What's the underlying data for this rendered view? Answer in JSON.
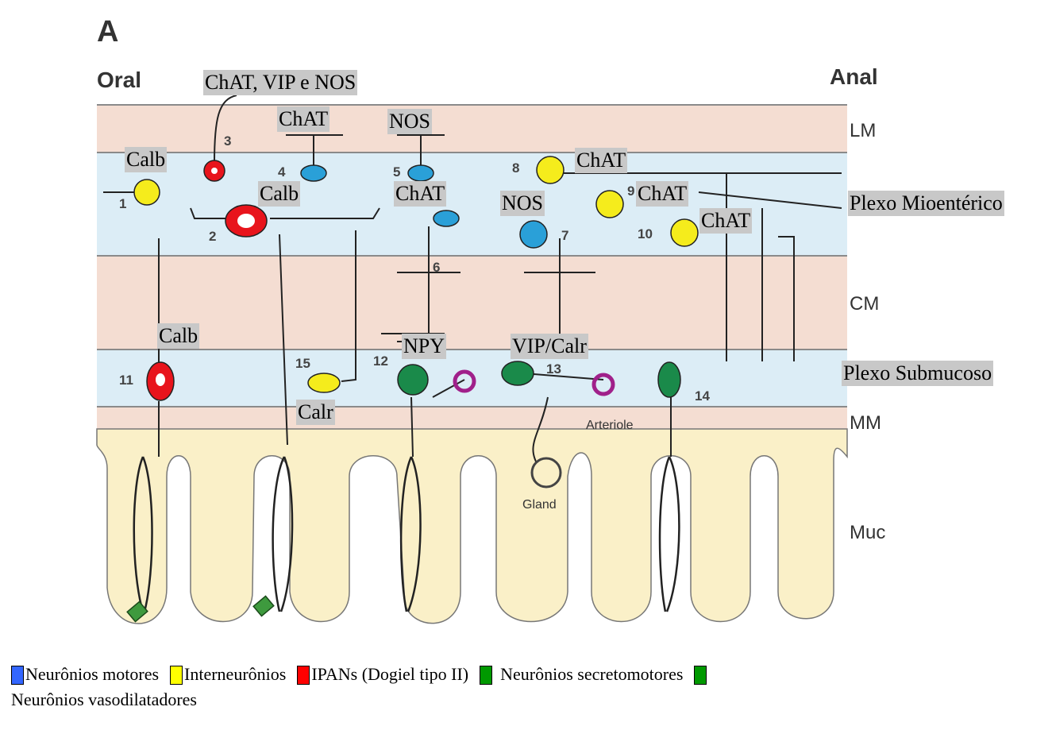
{
  "panel_letter": "A",
  "orientation": {
    "left": "Oral",
    "right": "Anal"
  },
  "layers": [
    "LM",
    "CM",
    "MM",
    "Muc"
  ],
  "numbers": [
    "1",
    "2",
    "3",
    "4",
    "5",
    "6",
    "7",
    "8",
    "9",
    "10",
    "11",
    "12",
    "13",
    "14",
    "15"
  ],
  "structures": {
    "arteriole": "Arteriole",
    "gland": "Gland"
  },
  "labels": {
    "chat_vip_nos": "ChAT, VIP e  NOS",
    "chat_4": "ChAT",
    "nos_5": "NOS",
    "calb_1": "Calb",
    "calb_2": "Calb",
    "chat_6": "ChAT",
    "nos_7": "NOS",
    "chat_8": "ChAT",
    "chat_9": "ChAT",
    "chat_10": "ChAT",
    "plexo_mio": "Plexo Mioentérico",
    "calb_11": "Calb",
    "npy": "NPY",
    "vip_calr": "VIP/Calr",
    "plexo_sub": "Plexo Submucoso",
    "calr": "Calr"
  },
  "legend": [
    {
      "label": "Neurônios  motores",
      "color": "#3366ff"
    },
    {
      "label": "Interneurônios",
      "color": "#ffff00"
    },
    {
      "label": "IPANs  (Dogiel  tipo  II)",
      "color": "#ff0000"
    },
    {
      "label": "Neurônios  secretomotores",
      "color": "#009900"
    },
    {
      "label": "Neurônios vasodilatadores",
      "color": "#009900"
    }
  ],
  "colors": {
    "muscle_layer": "#f4ddd2",
    "plexus_layer": "#dcedf6",
    "mucosa": "#faf0c8",
    "ipan": "#e8141c",
    "interneuron": "#f5ec1c",
    "motor": "#2aa0d8",
    "secretomotor": "#1a8a4a"
  }
}
